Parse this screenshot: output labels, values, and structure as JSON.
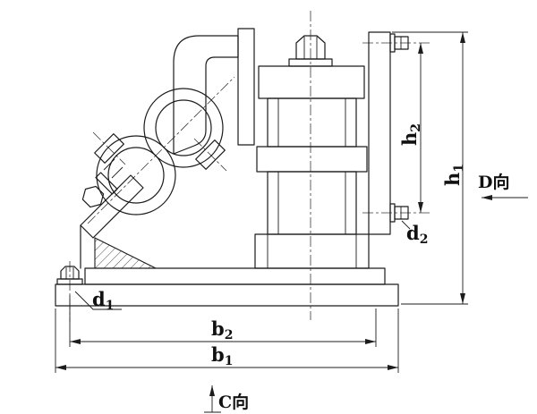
{
  "page": {
    "background": "#ffffff",
    "line_color": "#1c1c1c"
  },
  "dimensions": {
    "d1": {
      "base": "d",
      "sub": "1"
    },
    "b2": {
      "base": "b",
      "sub": "2"
    },
    "b1": {
      "base": "b",
      "sub": "1"
    },
    "d2": {
      "base": "d",
      "sub": "2"
    },
    "h2": {
      "base": "h",
      "sub": "2"
    },
    "h1": {
      "base": "h",
      "sub": "1"
    }
  },
  "views": {
    "d": "D向",
    "c": "C向"
  }
}
